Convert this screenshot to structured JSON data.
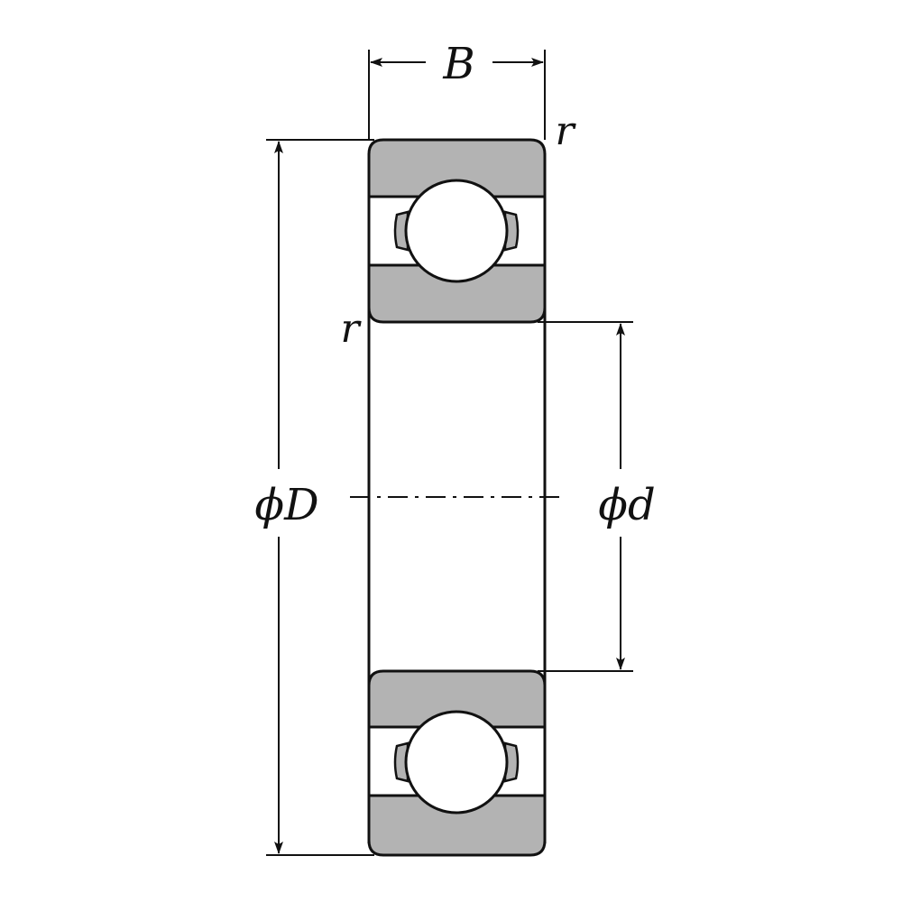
{
  "labels": {
    "width": "B",
    "outer_diameter": "ϕD",
    "inner_diameter": "ϕd",
    "radius_top": "r",
    "radius_left": "r"
  },
  "colors": {
    "ring_fill": "#b3b3b3",
    "cage_fill": "#b3b3b3",
    "ball_fill": "#ffffff",
    "line": "#111111",
    "background": "#ffffff"
  }
}
